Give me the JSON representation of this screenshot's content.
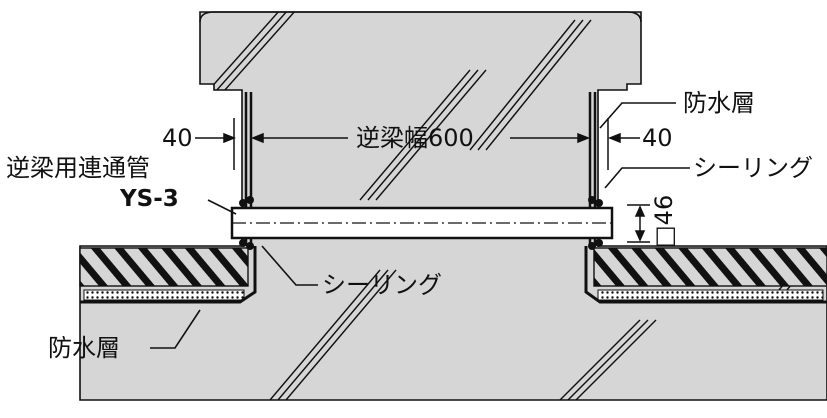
{
  "colors": {
    "concrete": "#d6d6d6",
    "stroke": "#111111",
    "background": "#ffffff"
  },
  "labels": {
    "beam_width": "逆梁幅600",
    "dim_left": "40",
    "dim_right": "40",
    "waterproof_top": "防水層",
    "waterproof_bottom": "防水層",
    "sealing_right": "シーリング",
    "sealing_bottom": "シーリング",
    "sleeve_name": "逆梁用連通管",
    "sleeve_model": "YS-3",
    "sleeve_size": "□46"
  }
}
